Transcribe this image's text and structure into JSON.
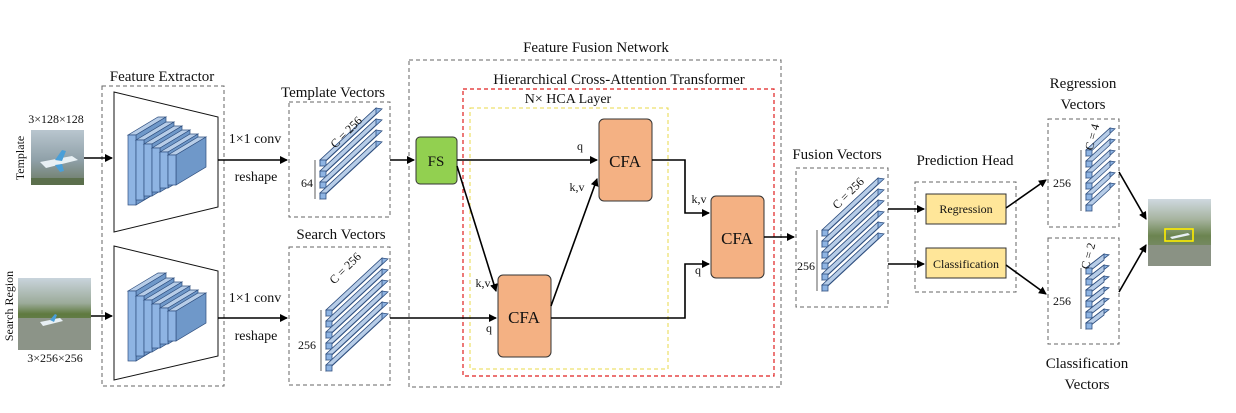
{
  "inputs": {
    "template_size": "3×128×128",
    "template_label": "Template",
    "search_label": "Search Region",
    "search_size": "3×256×256"
  },
  "feature_extractor": {
    "title": "Feature Extractor"
  },
  "conv_top": {
    "op": "1×1 conv",
    "reshape": "reshape"
  },
  "conv_bottom": {
    "op": "1×1 conv",
    "reshape": "reshape"
  },
  "template_vectors": {
    "title": "Template Vectors",
    "channels": "C = 256",
    "length": "64"
  },
  "search_vectors": {
    "title": "Search Vectors",
    "channels": "C = 256",
    "length": "256"
  },
  "fusion_network": {
    "title": "Feature Fusion Network",
    "hct_title": "Hierarchical Cross-Attention Transformer",
    "layer_title": "N× HCA Layer",
    "fs": "FS",
    "cfa_top": "CFA",
    "cfa_bottom": "CFA",
    "cfa_right": "CFA",
    "q": "q",
    "kv": "k,v"
  },
  "fusion_vectors": {
    "title": "Fusion Vectors",
    "channels": "C = 256",
    "length": "256"
  },
  "prediction_head": {
    "title": "Prediction Head",
    "regression": "Regression",
    "classification": "Classification"
  },
  "regression_vectors": {
    "title_line1": "Regression",
    "title_line2": "Vectors",
    "channels": "C = 4",
    "length": "256"
  },
  "classification_vectors": {
    "title_line1": "Classification",
    "title_line2": "Vectors",
    "channels": "C = 2",
    "length": "256"
  },
  "colors": {
    "fs": "#92d050",
    "cfa": "#f4b183",
    "head_box": "#ffe699",
    "hct_border": "#e02020",
    "layer_border": "#e8d84a",
    "vector_fill": "#8eb4e3",
    "vector_stroke": "#2f4f7f"
  }
}
